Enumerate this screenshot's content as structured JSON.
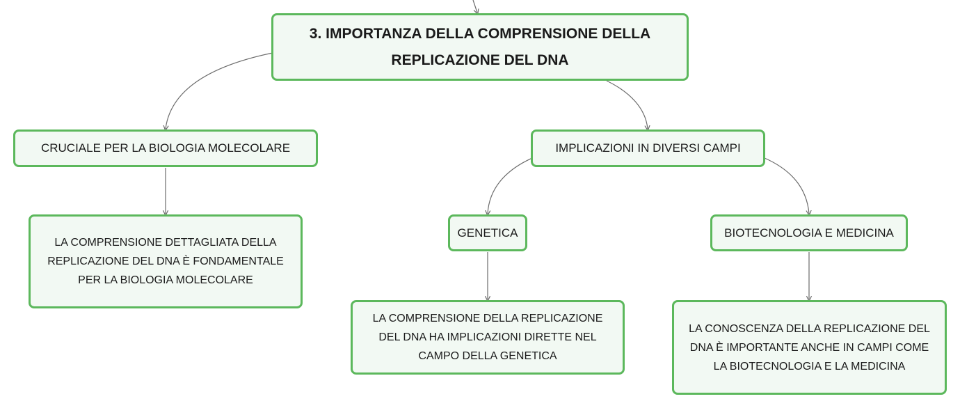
{
  "root": {
    "text_line1": "3. IMPORTANZA DELLA COMPRENSIONE DELLA",
    "text_line2": "REPLICAZIONE DEL DNA"
  },
  "branches": {
    "biologia": {
      "label": "CRUCIALE PER LA BIOLOGIA MOLECOLARE"
    },
    "implicazioni": {
      "label": "IMPLICAZIONI IN DIVERSI CAMPI"
    },
    "genetica": {
      "label": "GENETICA"
    },
    "biotecnologia": {
      "label": "BIOTECNOLOGIA E MEDICINA"
    }
  },
  "leaves": {
    "biologia": {
      "line1": "LA COMPRENSIONE DETTAGLIATA DELLA",
      "line2": "REPLICAZIONE DEL DNA È FONDAMENTALE",
      "line3": "PER LA BIOLOGIA MOLECOLARE"
    },
    "genetica": {
      "line1": "LA COMPRENSIONE DELLA REPLICAZIONE",
      "line2": "DEL DNA HA IMPLICAZIONI DIRETTE NEL",
      "line3": "CAMPO DELLA GENETICA"
    },
    "biotecnologia": {
      "line1": "LA CONOSCENZA DELLA REPLICAZIONE DEL",
      "line2": "DNA È IMPORTANTE ANCHE IN CAMPI COME",
      "line3": "LA BIOTECNOLOGIA E LA MEDICINA"
    }
  },
  "colors": {
    "node_border": "#5cb85c",
    "node_fill": "#f2f9f3",
    "connector": "#6b6b6b",
    "text": "#1a1a1a"
  }
}
